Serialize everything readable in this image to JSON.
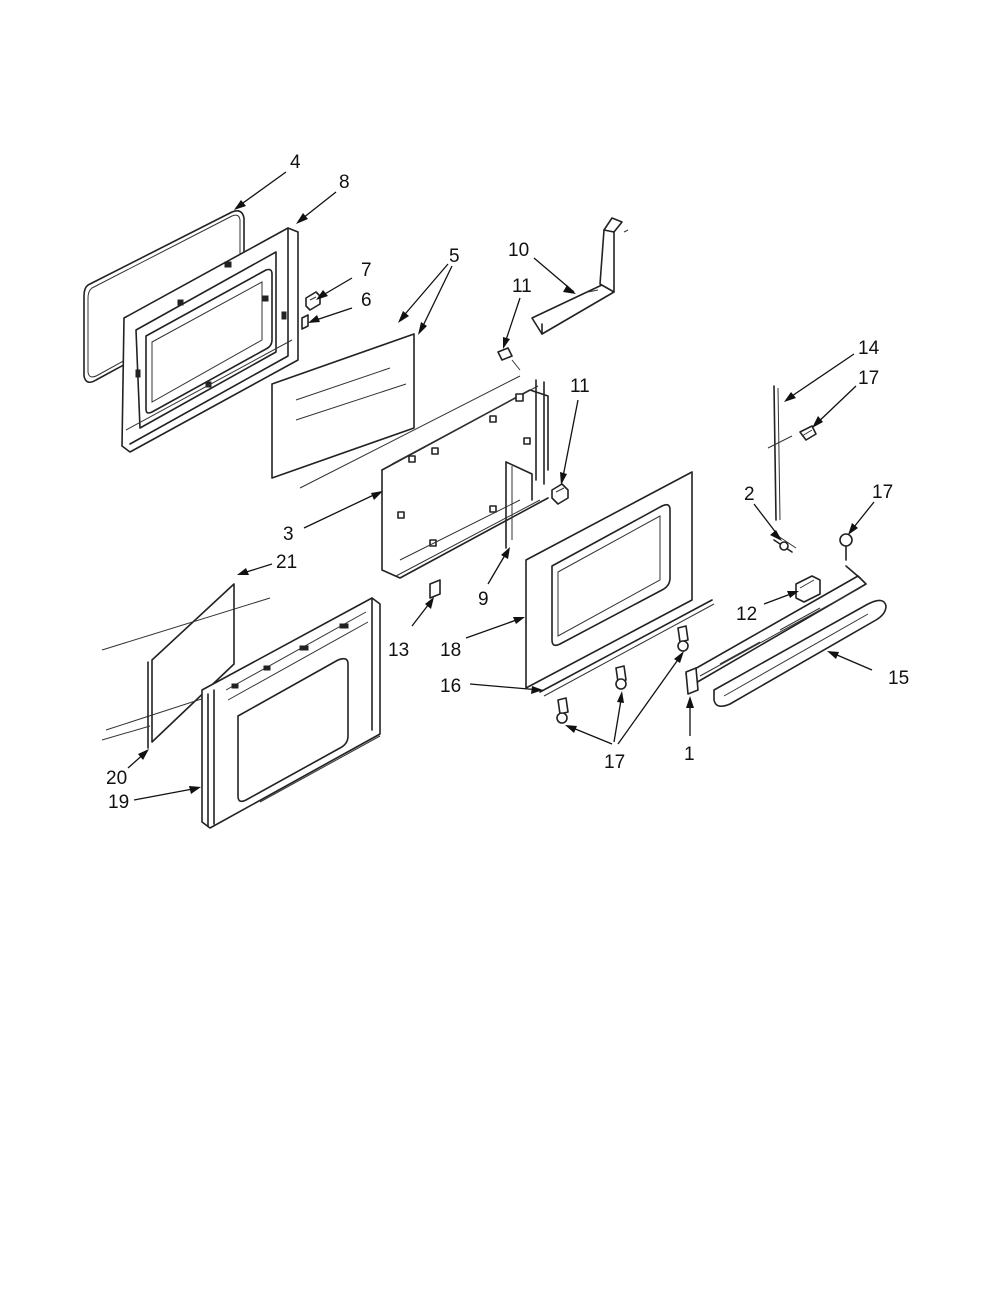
{
  "callouts": [
    {
      "label": "4"
    },
    {
      "label": "8"
    },
    {
      "label": "7"
    },
    {
      "label": "6"
    },
    {
      "label": "5"
    },
    {
      "label": "10"
    },
    {
      "label": "11"
    },
    {
      "label": "11"
    },
    {
      "label": "14"
    },
    {
      "label": "17"
    },
    {
      "label": "2"
    },
    {
      "label": "17"
    },
    {
      "label": "3"
    },
    {
      "label": "21"
    },
    {
      "label": "9"
    },
    {
      "label": "12"
    },
    {
      "label": "13"
    },
    {
      "label": "18"
    },
    {
      "label": "16"
    },
    {
      "label": "15"
    },
    {
      "label": "17"
    },
    {
      "label": "1"
    },
    {
      "label": "20"
    },
    {
      "label": "19"
    }
  ]
}
